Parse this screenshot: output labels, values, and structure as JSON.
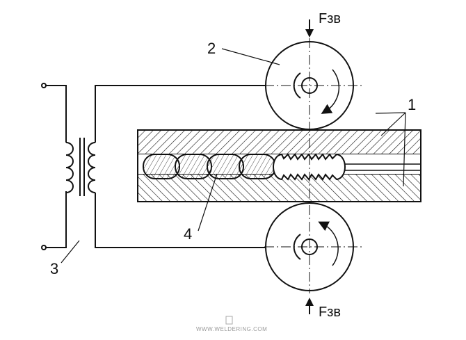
{
  "labels": {
    "sheets": "1",
    "roller_top": "2",
    "transformer": "3",
    "weld_nuggets": "4"
  },
  "forces": {
    "top": "Fзв",
    "bottom": "Fзв"
  },
  "watermark": "WWW.WELDERING.COM",
  "colors": {
    "ink": "#111111",
    "paper": "#ffffff",
    "watermark": "#9a9a9a"
  }
}
